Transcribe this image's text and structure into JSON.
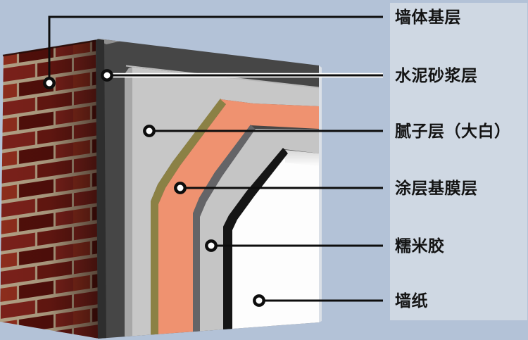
{
  "background": {
    "page_color": "#b3c2d7",
    "panel_color": "#cfd8e3",
    "wall_edge_highlight": "#dbe0e7"
  },
  "callout": {
    "line_color": "#0d0d0d",
    "line_casing_color": "#ffffff",
    "dot_fill": "#ffffff"
  },
  "layers": [
    {
      "id": "wall-base",
      "label": "墙体基层",
      "mortar_color": "#b1a084",
      "brick_colors": [
        "#7a211a",
        "#641711",
        "#8c2d1c",
        "#500f0a"
      ]
    },
    {
      "id": "cement-mortar",
      "label": "水泥砂浆层",
      "color": "#464646",
      "corner_color": "#2e2e2e",
      "top_edge_color": "#909090"
    },
    {
      "id": "putty",
      "label": "腻子层（大白）",
      "color": "#c7c7c7",
      "edge_color": "#a7a7a7",
      "bevel_color": "#b9b9b9"
    },
    {
      "id": "coating-base-film",
      "label": "涂层基膜层",
      "color": "#ef9270",
      "edge_color": "#8b8145"
    },
    {
      "id": "rice-glue",
      "label": "糯米胶",
      "color": "#c5c5c5",
      "edge_color": "#646467"
    },
    {
      "id": "wallpaper",
      "label": "墙纸",
      "color": "#fdfdfd",
      "edge_color": "#151515"
    }
  ]
}
